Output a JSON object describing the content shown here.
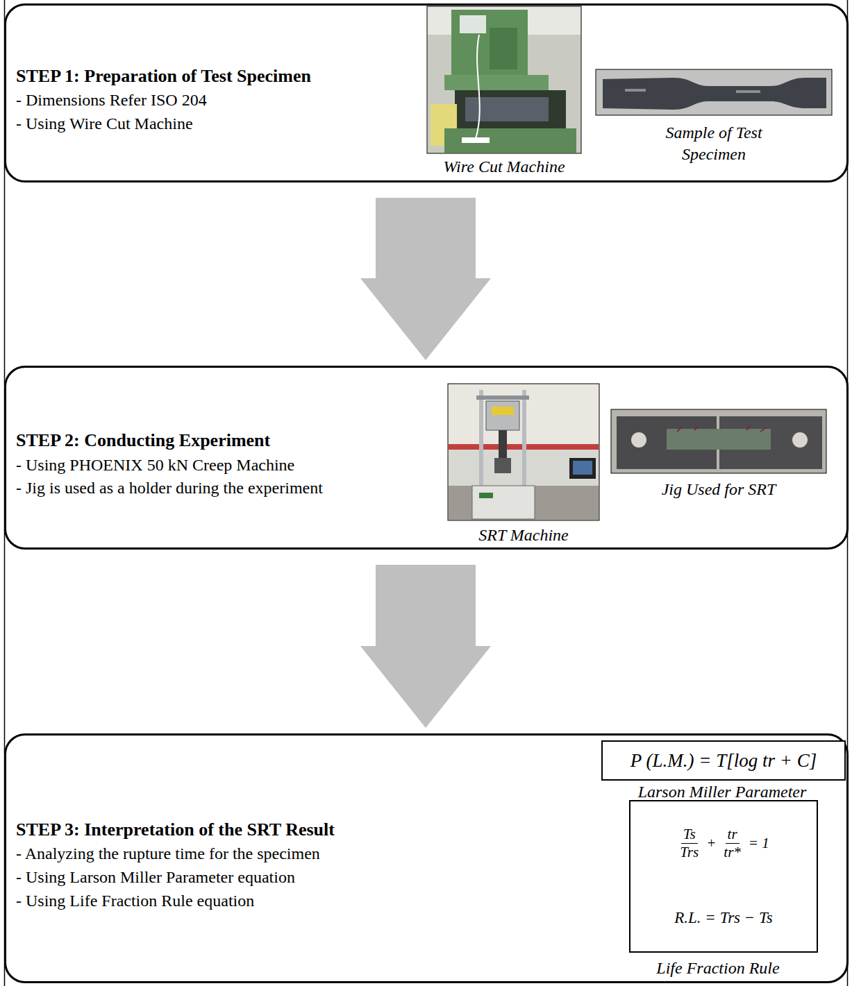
{
  "diagram": {
    "nodes": [
      {
        "text": [
          "STEP 1: Preparation of Test Specimen",
          "- Dimensions Refer ISO 204",
          "- Using Wire Cut Machine"
        ]
      },
      {
        "text": [
          "STEP 2: Conducting Experiment",
          "- Using PHOENIX 50 kN Creep Machine",
          "- Jig is used as a holder during the experiment"
        ]
      },
      {
        "text": [
          "STEP 3: Interpretation of the SRT Result",
          "- Analyzing the rupture time for the specimen",
          "- Using Larson Miller Parameter equation",
          "- Using Life Fraction Rule equation"
        ]
      },
      {
        "text": [
          "P (L.M.) = T[log tr + C]"
        ],
        "in": 2
      },
      {
        "text": [
          "Ts",
          "Trs",
          "+",
          "tr",
          "tr*",
          "= 1",
          "R.L. = Trs − Ts"
        ],
        "in": 2
      }
    ],
    "edges": [
      {
        "from": 0,
        "to": 1,
        "arrow": "to"
      },
      {
        "from": 1,
        "to": 2,
        "arrow": "to"
      }
    ],
    "labels": [
      "Wire Cut Machine",
      "Sample of Test Specimen",
      "SRT Machine",
      "Jig Used for SRT",
      "Larson Miller Parameter",
      "Life Fraction Rule"
    ]
  }
}
